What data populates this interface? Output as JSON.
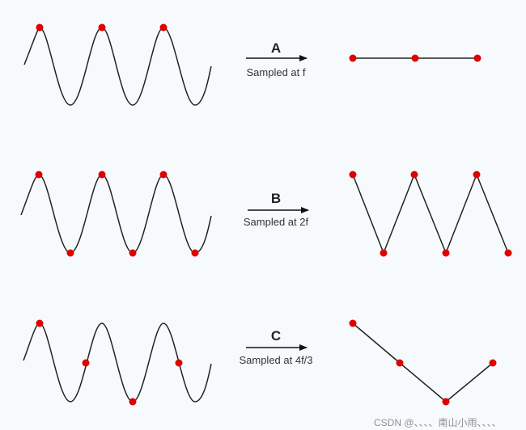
{
  "rows": [
    {
      "label": "A",
      "caption": "Sampled at f"
    },
    {
      "label": "B",
      "caption": "Sampled at 2f"
    },
    {
      "label": "C",
      "caption": "Sampled at 4f/3"
    }
  ],
  "watermark": "CSDN @、、、、南山小雨、、、、",
  "colors": {
    "wave": "#222222",
    "sample_dot": "#e00000",
    "background": "#f7fafd"
  }
}
